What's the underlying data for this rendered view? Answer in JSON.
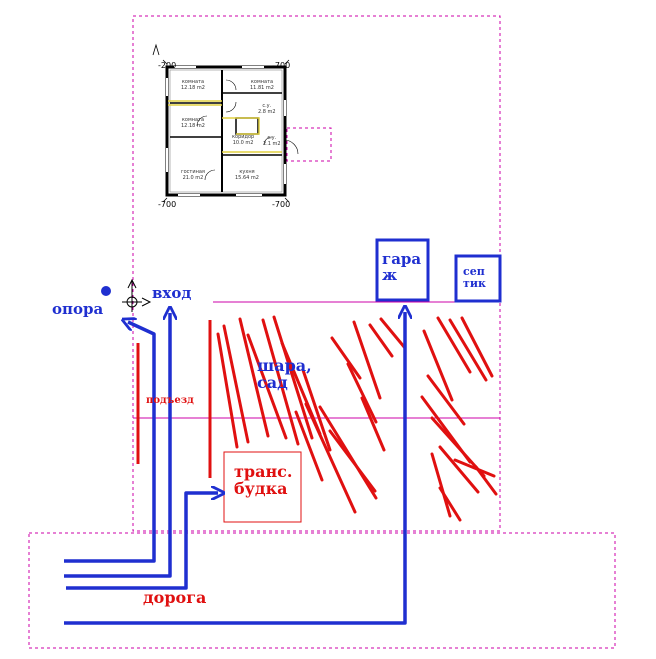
{
  "labels": {
    "garage": "гара\nж",
    "septic": "сеп\nтик",
    "entrance": "вход",
    "pole": "опора",
    "garden": "шара,\nсад",
    "driveway": "подъезд",
    "transformer": "транс.\nбудка",
    "road": "дорога"
  },
  "floorplan": {
    "coords": {
      "top_left": "-200",
      "top_right": "-700",
      "bottom_left": "-700",
      "bottom_right": "-700"
    },
    "rooms": [
      "комната\n12.18 m2",
      "комната\n11.81 m2",
      "комната\n12.18 m2",
      "с.у.\n2.8 m2",
      "коридор\n10.0 m2",
      "с.у.\n2.1 m2",
      "гостиная\n21.0 m2",
      "кухня\n15.64 m2"
    ]
  },
  "colors": {
    "blue": "#1f2fd0",
    "red": "#e01010",
    "magenta": "#cc00aa"
  }
}
